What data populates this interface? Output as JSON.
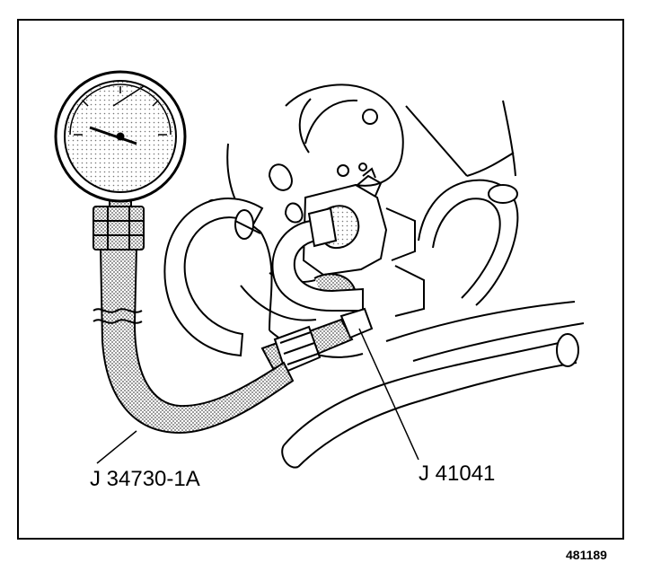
{
  "labels": {
    "gauge_tool": "J 34730-1A",
    "adapter_tool": "J 41041"
  },
  "figure_number": "481189",
  "colors": {
    "line": "#000000",
    "background": "#ffffff",
    "shading": "#9a9a9a"
  }
}
